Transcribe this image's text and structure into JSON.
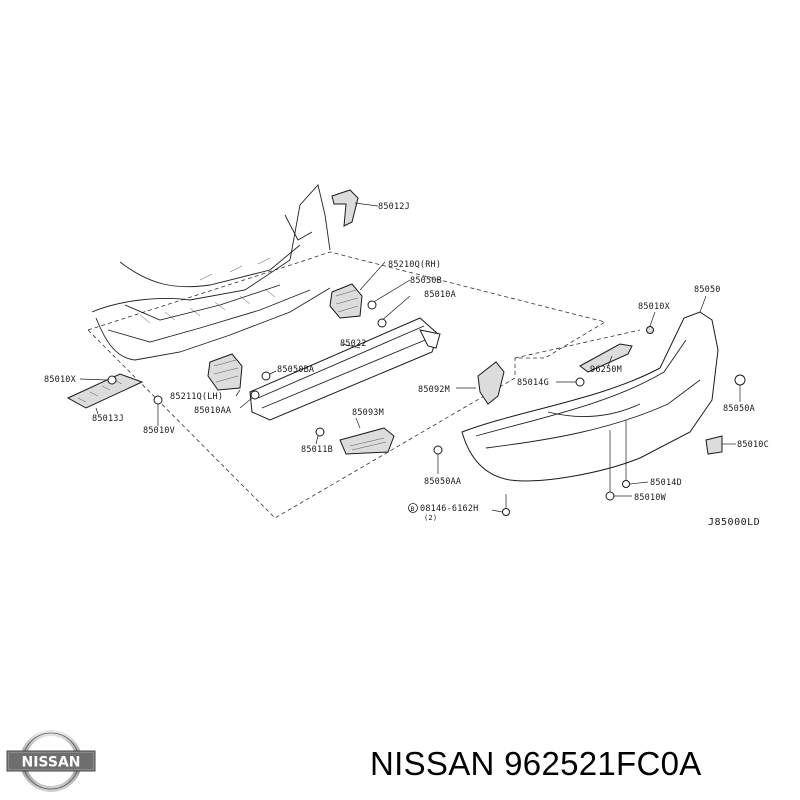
{
  "diagram": {
    "drawing_id": "J85000LD",
    "callouts": {
      "c85012J": "85012J",
      "c85210Q_RH": "85210Q(RH)",
      "c85050B": "85050B",
      "c85010A": "85010A",
      "c85022": "85022",
      "c85050BA": "85050BA",
      "c85211Q_LH": "85211Q(LH)",
      "c85010AA": "85010AA",
      "c85010X_left": "85010X",
      "c85013J": "85013J",
      "c85010V": "85010V",
      "c85092M": "85092M",
      "c85093M": "85093M",
      "c85011B": "85011B",
      "c85050AA": "85050AA",
      "c08146_6162H": "08146-6162H",
      "c08146_qty": "(2)",
      "c85010X_right": "85010X",
      "c85050": "85050",
      "c96250M": "96250M",
      "c85014G": "85014G",
      "c85050A": "85050A",
      "c85010C": "85010C",
      "c85014D": "85014D",
      "c85010W": "85010W"
    }
  },
  "brand": {
    "logo_word": "NISSAN",
    "logo_icon": "nissan-logo-icon"
  },
  "caption": {
    "text": "NISSAN 962521FC0A"
  }
}
